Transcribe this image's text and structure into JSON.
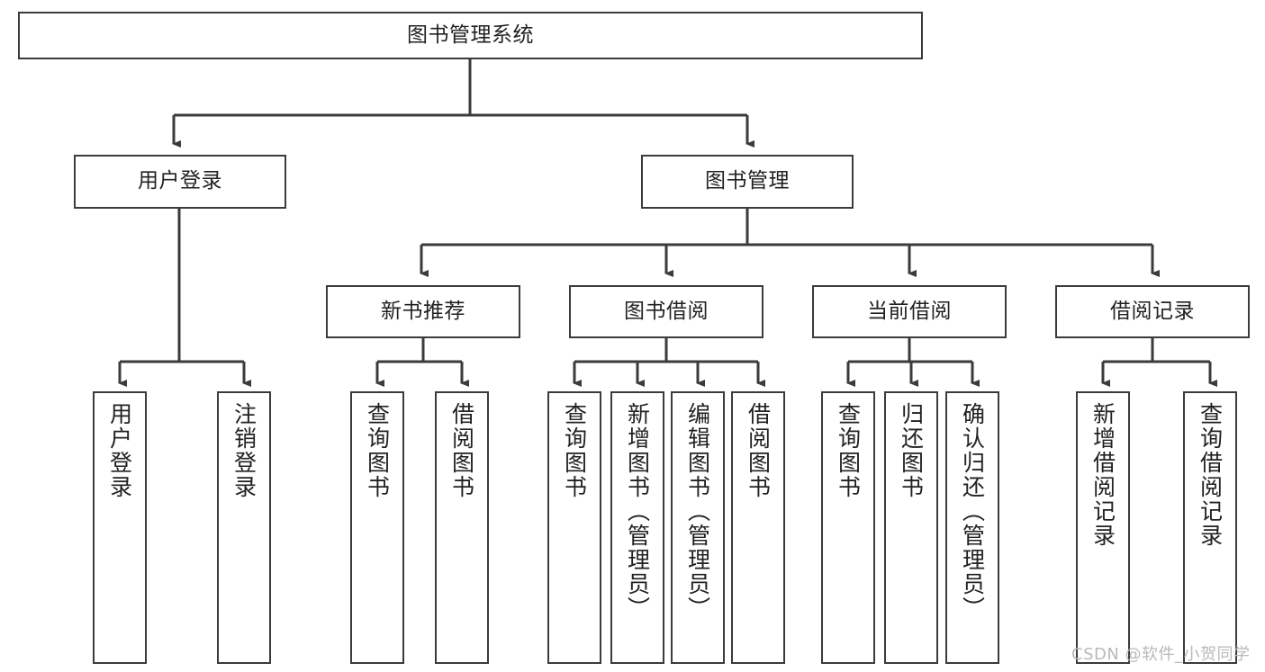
{
  "diagram": {
    "type": "tree",
    "title": "图书管理系统",
    "watermark": "CSDN @软件_小贺同学",
    "colors": {
      "box_border": "#3b3b3b",
      "box_fill": "#ffffff",
      "connector": "#3b3b3b",
      "text": "#222222",
      "watermark": "#b9b9b9"
    },
    "root": {
      "label": "图书管理系统"
    },
    "level2": [
      {
        "label": "用户登录"
      },
      {
        "label": "图书管理"
      }
    ],
    "level3": [
      {
        "label": "新书推荐"
      },
      {
        "label": "图书借阅"
      },
      {
        "label": "当前借阅"
      },
      {
        "label": "借阅记录"
      }
    ],
    "leaves": {
      "user_login": [
        {
          "label": "用户登录"
        },
        {
          "label": "注销登录"
        }
      ],
      "new_book_recommend": [
        {
          "label": "查询图书"
        },
        {
          "label": "借阅图书"
        }
      ],
      "book_borrow": [
        {
          "label": "查询图书"
        },
        {
          "label": "新增图书（管理员）"
        },
        {
          "label": "编辑图书（管理员）"
        },
        {
          "label": "借阅图书"
        }
      ],
      "current_borrow": [
        {
          "label": "查询图书"
        },
        {
          "label": "归还图书"
        },
        {
          "label": "确认归还（管理员）"
        }
      ],
      "borrow_record": [
        {
          "label": "新增借阅记录"
        },
        {
          "label": "查询借阅记录"
        }
      ]
    }
  }
}
